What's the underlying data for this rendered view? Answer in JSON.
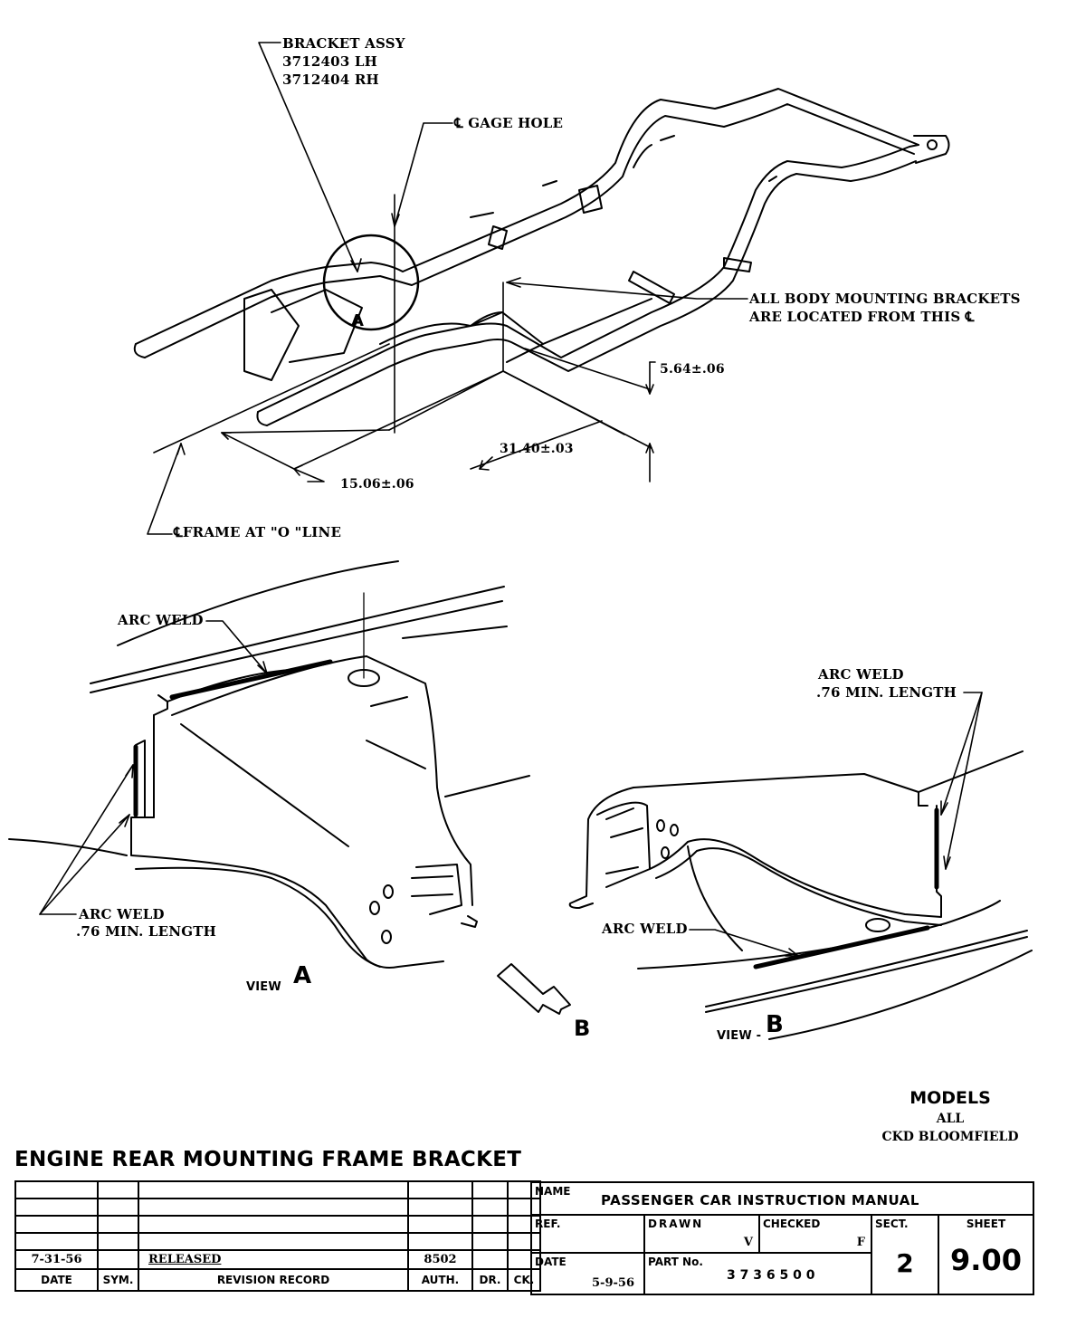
{
  "drawing": {
    "title": "ENGINE REAR MOUNTING FRAME BRACKET",
    "callouts": {
      "bracket_assy": [
        "BRACKET ASSY",
        "3712403 LH",
        "3712404 RH"
      ],
      "gage_hole": "℄ GAGE HOLE",
      "body_mounting": [
        "ALL BODY MOUNTING BRACKETS",
        "ARE LOCATED FROM THIS ℄"
      ],
      "dim_height": "5.64±.06",
      "dim_long": "31.40±.03",
      "dim_lat": "15.06±.06",
      "frame_zero_line": "℄FRAME AT \"O \"LINE",
      "detail_circle_letter": "A"
    },
    "view_a": {
      "arc_weld_top": "ARC WELD",
      "arc_weld_side": [
        "ARC WELD",
        ".76 MIN. LENGTH"
      ],
      "view_word": "VIEW",
      "view_letter": "A"
    },
    "view_b": {
      "arc_weld_side": [
        "ARC WELD",
        ".76 MIN. LENGTH"
      ],
      "arc_weld_bottom": "ARC WELD",
      "view_word": "VIEW -",
      "view_letter": "B",
      "arrow_letter": "B"
    },
    "models": {
      "heading": "MODELS",
      "lines": [
        "ALL",
        "CKD BLOOMFIELD"
      ]
    }
  },
  "revision_table": {
    "headers": [
      "DATE",
      "SYM.",
      "REVISION RECORD",
      "AUTH.",
      "DR.",
      "CK."
    ],
    "rows": [
      [
        "",
        "",
        "",
        "",
        "",
        ""
      ],
      [
        "",
        "",
        "",
        "",
        "",
        ""
      ],
      [
        "",
        "",
        "",
        "",
        "",
        ""
      ],
      [
        "",
        "",
        "",
        "",
        "",
        ""
      ],
      [
        "7-31-56",
        "",
        "RELEASED",
        "8502",
        "",
        ""
      ]
    ]
  },
  "title_block": {
    "name_label": "NAME",
    "name_value": "PASSENGER CAR INSTRUCTION MANUAL",
    "ref_label": "REF.",
    "ref_value": "",
    "drawn_label": "DRAWN",
    "drawn_value": "V",
    "checked_label": "CHECKED",
    "checked_value": "F",
    "sect_label": "SECT.",
    "sect_value": "2",
    "sheet_label": "SHEET",
    "sheet_value": "9.00",
    "date_label": "DATE",
    "date_value": "5-9-56",
    "part_label": "PART No.",
    "part_value": "3 7 3 6 5 0 0"
  }
}
